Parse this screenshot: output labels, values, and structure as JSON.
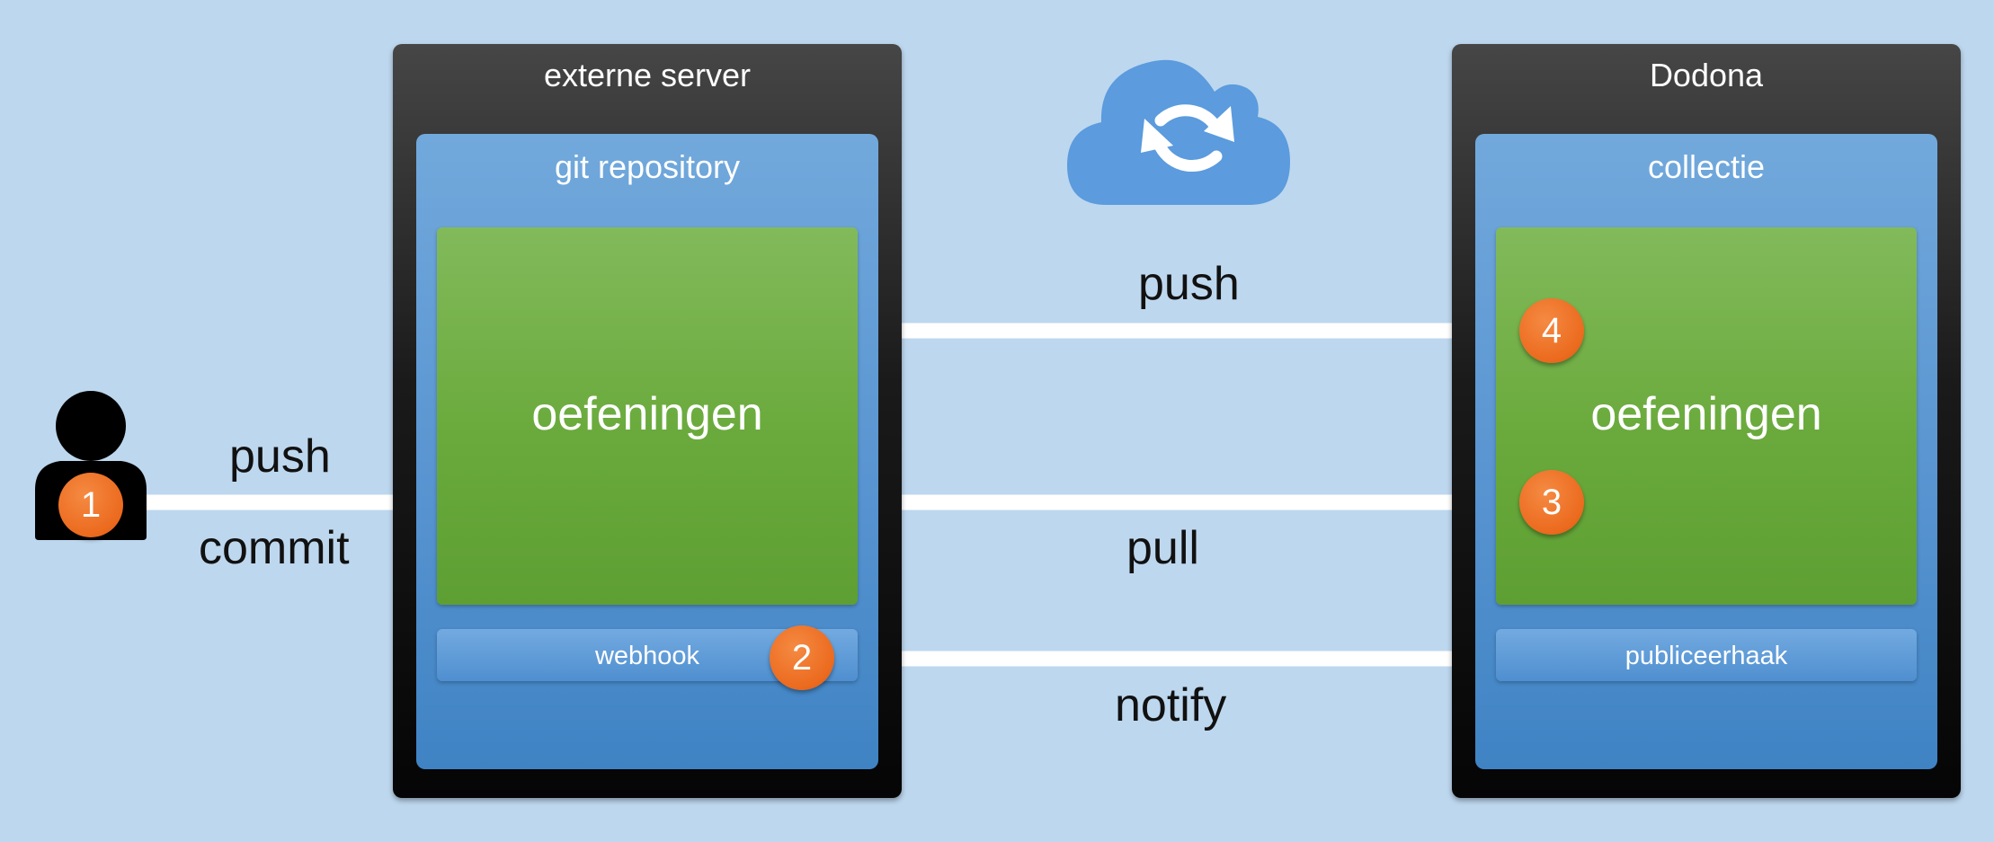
{
  "left_server": {
    "title": "externe server",
    "container_title": "git repository",
    "content_label": "oefeningen",
    "hook_label": "webhook"
  },
  "right_server": {
    "title": "Dodona",
    "container_title": "collectie",
    "content_label": "oefeningen",
    "hook_label": "publiceerhaak"
  },
  "arrows": {
    "user_push": "push",
    "user_commit": "commit",
    "sync_push": "push",
    "sync_pull": "pull",
    "notify": "notify"
  },
  "steps": [
    "1",
    "2",
    "3",
    "4"
  ],
  "icons": {
    "user": "person-icon",
    "cloud": "cloud-sync-icon"
  },
  "colors": {
    "background": "#bdd7ee",
    "server": "#1a1a1a",
    "repository": "#5b96d2",
    "exercises": "#6aaa3c",
    "badge": "#eb6a1e",
    "arrow": "#ffffff",
    "cloud": "#5b9bde"
  }
}
